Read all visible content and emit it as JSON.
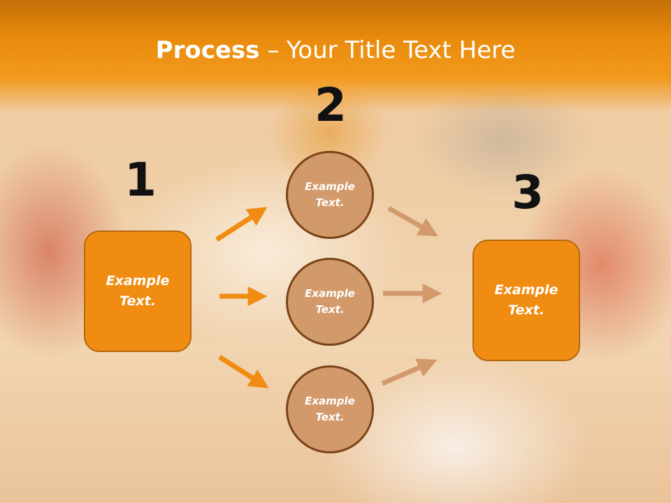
{
  "title": {
    "bold": "Process",
    "dash": " – ",
    "rest": "Your Title Text Here"
  },
  "steps": {
    "one": "1",
    "two": "2",
    "three": "3"
  },
  "left_box": {
    "text": "Example\nText."
  },
  "right_box": {
    "text": "Example\nText."
  },
  "circles": [
    {
      "text": "Example\nText."
    },
    {
      "text": "Example\nText."
    },
    {
      "text": "Example\nText."
    }
  ],
  "colors": {
    "accent": "#f08c12",
    "circle_fill": "#d29a6b",
    "circle_border": "#7a4418",
    "arrow_orange": "#f08c12",
    "arrow_tan": "#d29a6b"
  }
}
